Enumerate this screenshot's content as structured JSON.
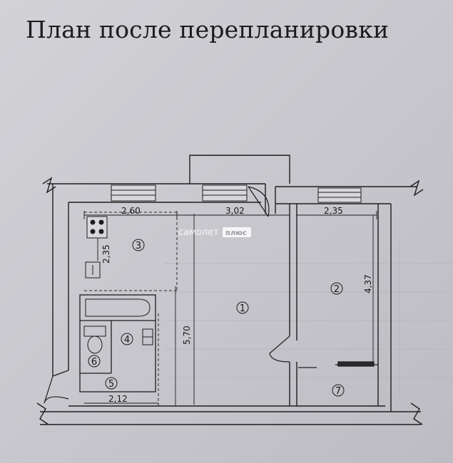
{
  "title": "План после перепланировки",
  "dimensions": {
    "kitchen_width": "2,60",
    "living_width": "3,02",
    "bedroom_width": "2,35",
    "kitchen_depth": "2,35",
    "living_depth": "5,70",
    "bedroom_depth": "4,37",
    "hall_width": "2,12"
  },
  "rooms": [
    "1",
    "2",
    "3",
    "4",
    "5",
    "6",
    "7"
  ],
  "watermark": {
    "brand": "самолет",
    "badge": "плюс"
  }
}
